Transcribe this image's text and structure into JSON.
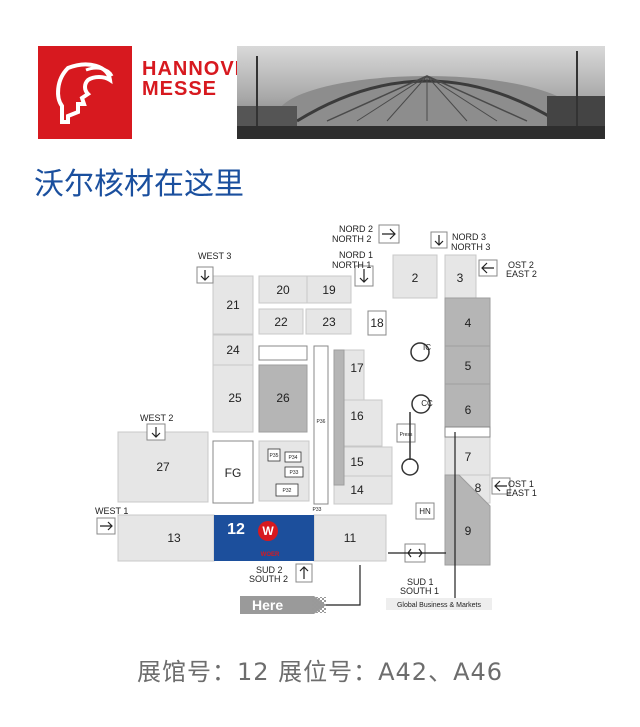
{
  "brand": {
    "line1": "HANNOVER",
    "line2": "MESSE"
  },
  "title": "沃尔核材在这里",
  "halls": [
    {
      "id": "h2",
      "label": "2"
    },
    {
      "id": "h3",
      "label": "3"
    },
    {
      "id": "h4",
      "label": "4"
    },
    {
      "id": "h5",
      "label": "5"
    },
    {
      "id": "h6",
      "label": "6"
    },
    {
      "id": "h7",
      "label": "7"
    },
    {
      "id": "h8",
      "label": "8"
    },
    {
      "id": "h9",
      "label": "9"
    },
    {
      "id": "h11",
      "label": "11"
    },
    {
      "id": "h12",
      "label": "12"
    },
    {
      "id": "h13",
      "label": "13"
    },
    {
      "id": "h14",
      "label": "14"
    },
    {
      "id": "h15",
      "label": "15"
    },
    {
      "id": "h16",
      "label": "16"
    },
    {
      "id": "h17",
      "label": "17"
    },
    {
      "id": "h18",
      "label": "18"
    },
    {
      "id": "h19",
      "label": "19"
    },
    {
      "id": "h20",
      "label": "20"
    },
    {
      "id": "h21",
      "label": "21"
    },
    {
      "id": "h22",
      "label": "22"
    },
    {
      "id": "h23",
      "label": "23"
    },
    {
      "id": "h24",
      "label": "24"
    },
    {
      "id": "h25",
      "label": "25"
    },
    {
      "id": "h26",
      "label": "26"
    },
    {
      "id": "h27",
      "label": "27"
    },
    {
      "id": "fg",
      "label": "FG"
    }
  ],
  "pavilions": [
    {
      "id": "p35",
      "label": "P35"
    },
    {
      "id": "p34",
      "label": "P34"
    },
    {
      "id": "p33",
      "label": "P33"
    },
    {
      "id": "p32",
      "label": "P32"
    },
    {
      "id": "p36",
      "label": "P36"
    },
    {
      "id": "p33b",
      "label": "P33"
    }
  ],
  "facilities": {
    "ic": "IC",
    "cc": "CC",
    "press": "Press",
    "hn": "HN"
  },
  "entrances": {
    "nord2": [
      "NORD 2",
      "NORTH 2"
    ],
    "nord1": [
      "NORD 1",
      "NORTH 1"
    ],
    "nord3": [
      "NORD 3",
      "NORTH 3"
    ],
    "ost2": [
      "OST 2",
      "EAST 2"
    ],
    "ost1": [
      "OST 1",
      "EAST 1"
    ],
    "west3": [
      "WEST 3"
    ],
    "west2": [
      "WEST 2"
    ],
    "west1": [
      "WEST 1"
    ],
    "sud2": [
      "SUD 2",
      "SOUTH 2"
    ],
    "sud1": [
      "SUD 1",
      "SOUTH 1"
    ]
  },
  "here_label": "Here",
  "global_business": "Global Business & Markets",
  "exhibitor_logo": "WOER",
  "footer": "展馆号：12  展位号：A42、A46",
  "colors": {
    "brand_red": "#d7191f",
    "title_blue": "#1a4f9e",
    "highlight_blue": "#1c4f9c",
    "hall_light": "#e6e6e6",
    "hall_dark": "#b5b5b5"
  }
}
